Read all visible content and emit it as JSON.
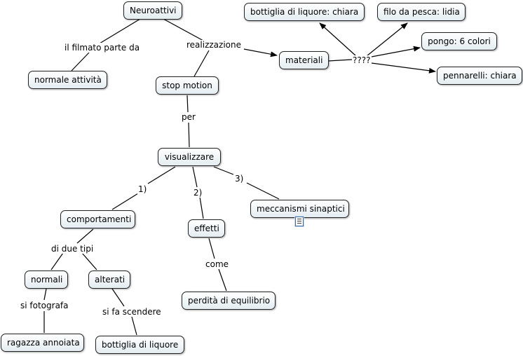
{
  "nodes": {
    "neuroattivi": "Neuroattivi",
    "normale_attivita": "normale attività",
    "stop_motion": "stop motion",
    "materiali": "materiali",
    "bottiglia_liquore_chiara": "bottiglia di liquore: chiara",
    "filo_pesca": "filo da pesca: lidia",
    "pongo": "pongo: 6 colori",
    "pennarelli": "pennarelli: chiara",
    "visualizzare": "visualizzare",
    "comportamenti": "comportamenti",
    "effetti": "effetti",
    "meccanismi_sinaptici": "meccanismi sinaptici",
    "normali": "normali",
    "alterati": "alterati",
    "perdita_equilibrio": "perdità di equilibrio",
    "ragazza_annoiata": "ragazza annoiata",
    "bottiglia_liquore": "bottiglia di liquore"
  },
  "links": {
    "filmato_parte_da": "il filmato parte da",
    "realizzazione": "realizzazione",
    "question": "????",
    "per": "per",
    "one": "1)",
    "two": "2)",
    "three": "3)",
    "di_due_tipi": "di due tipi",
    "come": "come",
    "si_fotografa": "si fotografa",
    "si_fa_scendere": "si fa scendere"
  },
  "icons": {
    "meccanismi_attachment": "document-icon"
  },
  "colors": {
    "node_border": "#222222",
    "node_fill_top": "#ffffff",
    "node_fill_bottom": "#e4edf2",
    "line": "#000000"
  }
}
